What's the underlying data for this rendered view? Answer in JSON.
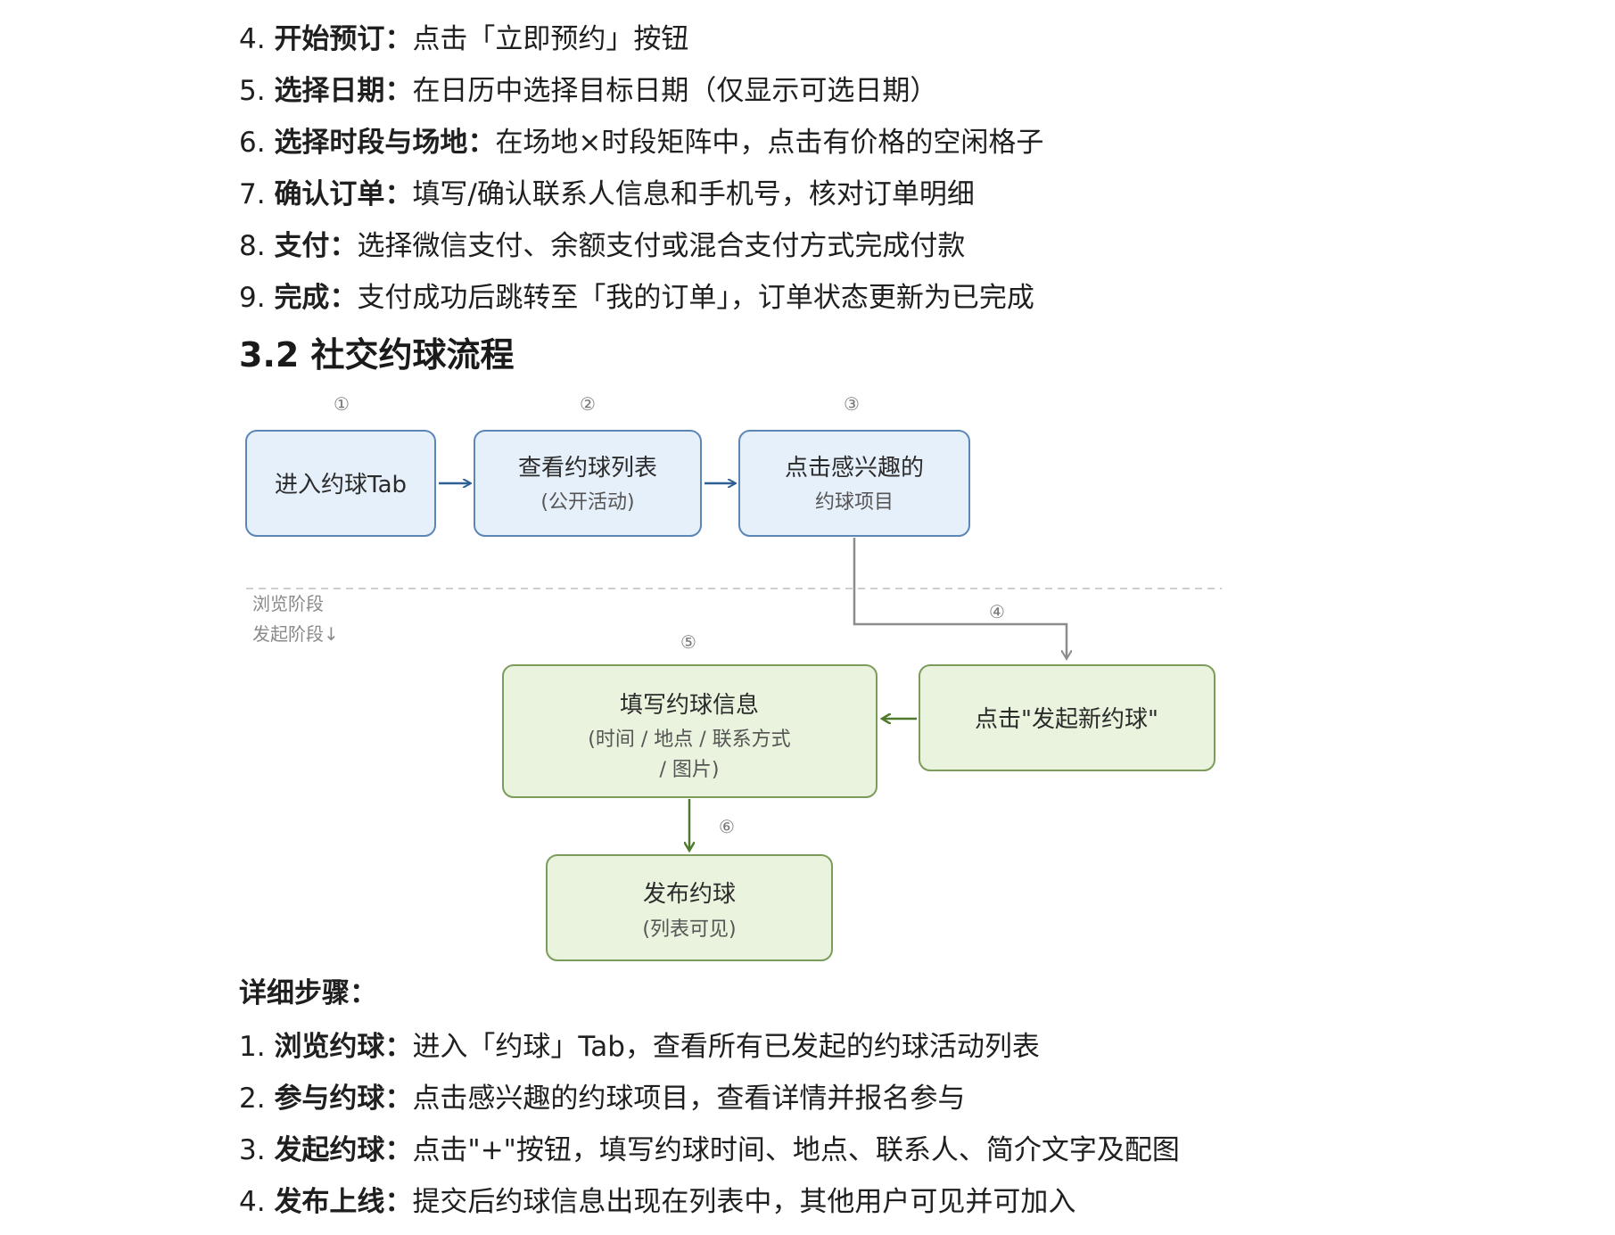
{
  "steps_top": [
    {
      "num": "4.",
      "key": "开始预订",
      "sep": "：",
      "text": "点击「立即预约」按钮"
    },
    {
      "num": "5.",
      "key": "选择日期",
      "sep": "：",
      "text": "在日历中选择目标日期（仅显示可选日期）"
    },
    {
      "num": "6.",
      "key": "选择时段与场地",
      "sep": "：",
      "text": "在场地×时段矩阵中，点击有价格的空闲格子"
    },
    {
      "num": "7.",
      "key": "确认订单",
      "sep": "：",
      "text": "填写/确认联系人信息和手机号，核对订单明细"
    },
    {
      "num": "8.",
      "key": "支付",
      "sep": "：",
      "text": "选择微信支付、余额支付或混合支付方式完成付款"
    },
    {
      "num": "9.",
      "key": "完成",
      "sep": "：",
      "text": "支付成功后跳转至「我的订单」，订单状态更新为已完成"
    }
  ],
  "section_title": "3.2 社交约球流程",
  "diagram": {
    "colors": {
      "blue_fill": "#e6f0fa",
      "blue_stroke": "#5b86b7",
      "blue_arrow": "#2e5f95",
      "green_fill": "#e9f3dd",
      "green_stroke": "#7d9c5c",
      "green_arrow": "#4f7a2c",
      "gray": "#8c8c8c"
    },
    "nodes": [
      {
        "id": "enter-tab",
        "main": "进入约球Tab",
        "sub": ""
      },
      {
        "id": "view-list",
        "main": "查看约球列表",
        "sub": "(公开活动)"
      },
      {
        "id": "click-interest",
        "main": "点击感兴趣的",
        "sub": "约球项目"
      },
      {
        "id": "click-new",
        "main": "点击\"发起新约球\"",
        "sub": ""
      },
      {
        "id": "fill-info",
        "main": "填写约球信息",
        "sub": "(时间 / 地点 / 联系方式",
        "sub2": "/ 图片)"
      },
      {
        "id": "publish",
        "main": "发布约球",
        "sub": "(列表可见)"
      }
    ],
    "step_markers": [
      "①",
      "②",
      "③",
      "④",
      "⑤",
      "⑥"
    ],
    "phase_labels": {
      "browse": "浏览阶段",
      "initiate": "发起阶段↓"
    }
  },
  "detail_heading": "详细步骤：",
  "steps_bottom": [
    {
      "num": "1.",
      "key": "浏览约球",
      "sep": "：",
      "text": "进入「约球」Tab，查看所有已发起的约球活动列表"
    },
    {
      "num": "2.",
      "key": "参与约球",
      "sep": "：",
      "text": "点击感兴趣的约球项目，查看详情并报名参与"
    },
    {
      "num": "3.",
      "key": "发起约球",
      "sep": "：",
      "text": "点击\"+\"按钮，填写约球时间、地点、联系人、简介文字及配图"
    },
    {
      "num": "4.",
      "key": "发布上线",
      "sep": "：",
      "text": "提交后约球信息出现在列表中，其他用户可见并可加入"
    }
  ]
}
